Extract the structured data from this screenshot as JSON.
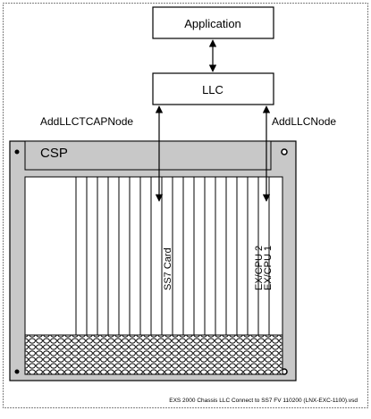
{
  "diagram": {
    "application_label": "Application",
    "llc_label": "LLC",
    "left_arrow_label": "AddLLCTCAPNode",
    "right_arrow_label": "AddLLCNode",
    "chassis_label": "CSP",
    "ss7_card_label": "SS7 Card",
    "excpu2_label": "EX/CPU 2",
    "excpu1_label": "EX/CPU 1",
    "footer_text": "EXS 2000 Chassis LLC Connect to SS7 FV 110200 (LNX-EXC-1100).vsd"
  },
  "colors": {
    "chassis_fill": "#c8c8c8",
    "line": "#000000",
    "background": "#ffffff"
  }
}
